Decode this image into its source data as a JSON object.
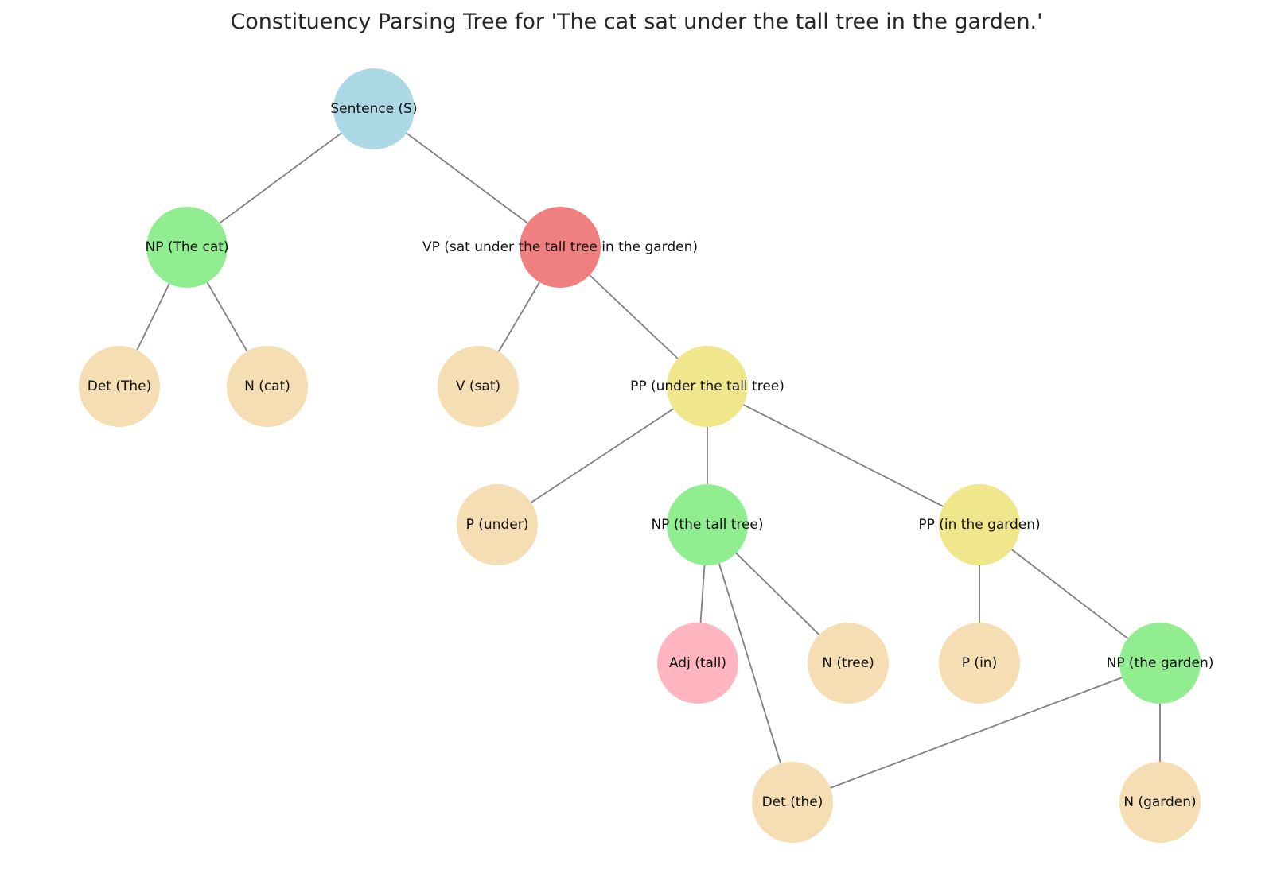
{
  "title": "Constituency Parsing Tree for 'The cat sat under the tall tree in the garden.'",
  "colors": {
    "sentence": "#add8e6",
    "verb_phrase": "#f08080",
    "noun_phrase": "#90ee90",
    "prep_phrase": "#f0e68c",
    "adjective": "#ffb6c1",
    "terminal": "#f5deb3",
    "edge": "#808080"
  },
  "nodes": [
    {
      "id": "S",
      "label": "Sentence (S)",
      "color": "sentence"
    },
    {
      "id": "NP1",
      "label": "NP (The cat)",
      "color": "noun_phrase"
    },
    {
      "id": "VP",
      "label": "VP (sat under the tall tree in the garden)",
      "color": "verb_phrase"
    },
    {
      "id": "Det1",
      "label": "Det (The)",
      "color": "terminal"
    },
    {
      "id": "N1",
      "label": "N (cat)",
      "color": "terminal"
    },
    {
      "id": "V",
      "label": "V (sat)",
      "color": "terminal"
    },
    {
      "id": "PP1",
      "label": "PP (under the tall tree)",
      "color": "prep_phrase"
    },
    {
      "id": "P1",
      "label": "P (under)",
      "color": "terminal"
    },
    {
      "id": "NP2",
      "label": "NP (the tall tree)",
      "color": "noun_phrase"
    },
    {
      "id": "PP2",
      "label": "PP (in the garden)",
      "color": "prep_phrase"
    },
    {
      "id": "Adj",
      "label": "Adj (tall)",
      "color": "adjective"
    },
    {
      "id": "N2",
      "label": "N (tree)",
      "color": "terminal"
    },
    {
      "id": "P2",
      "label": "P (in)",
      "color": "terminal"
    },
    {
      "id": "NP3",
      "label": "NP (the garden)",
      "color": "noun_phrase"
    },
    {
      "id": "Det2",
      "label": "Det (the)",
      "color": "terminal"
    },
    {
      "id": "N3",
      "label": "N (garden)",
      "color": "terminal"
    }
  ],
  "edges": [
    [
      "S",
      "NP1"
    ],
    [
      "S",
      "VP"
    ],
    [
      "NP1",
      "Det1"
    ],
    [
      "NP1",
      "N1"
    ],
    [
      "VP",
      "V"
    ],
    [
      "VP",
      "PP1"
    ],
    [
      "PP1",
      "P1"
    ],
    [
      "PP1",
      "NP2"
    ],
    [
      "PP1",
      "PP2"
    ],
    [
      "NP2",
      "Adj"
    ],
    [
      "NP2",
      "N2"
    ],
    [
      "NP2",
      "Det2"
    ],
    [
      "PP2",
      "P2"
    ],
    [
      "PP2",
      "NP3"
    ],
    [
      "NP3",
      "Det2"
    ],
    [
      "NP3",
      "N3"
    ]
  ]
}
